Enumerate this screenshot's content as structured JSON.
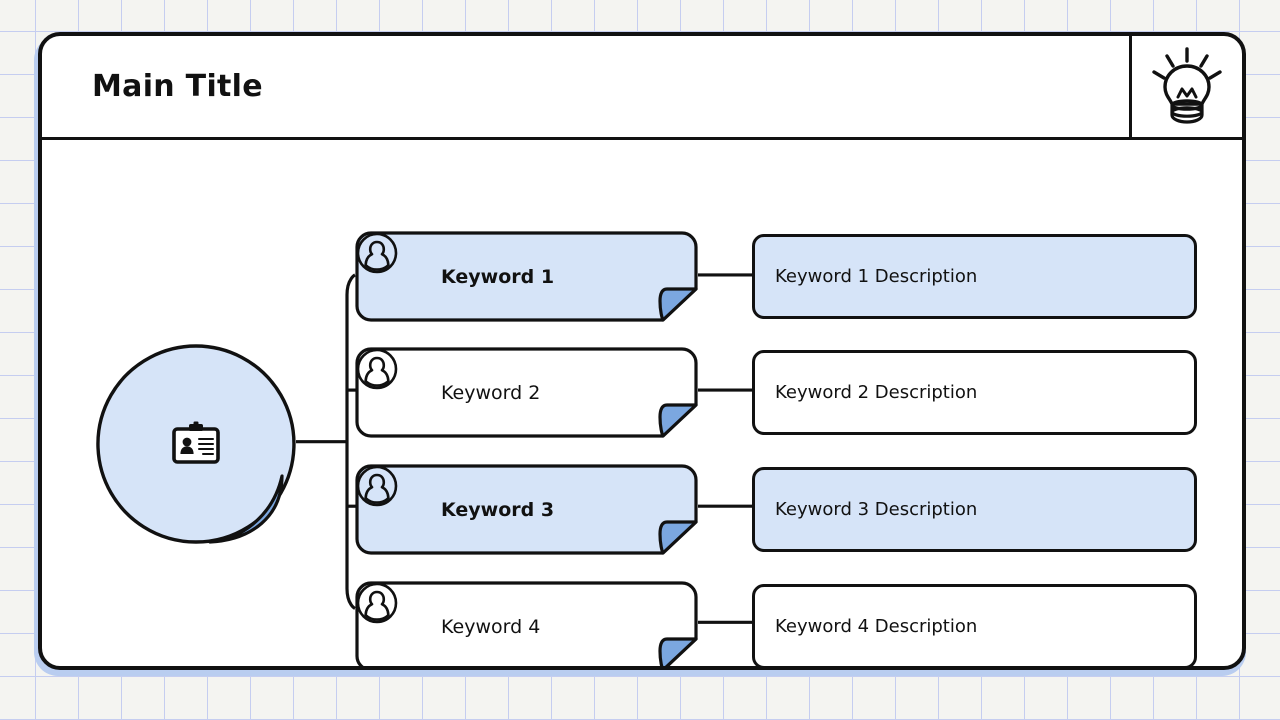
{
  "header": {
    "title": "Main Title",
    "icon": "lightbulb-icon"
  },
  "root": {
    "icon": "id-badge-icon",
    "shape": "circle-sticker"
  },
  "branches": [
    {
      "keyword": "Keyword 1",
      "description": "Keyword 1 Description",
      "icon": "person-circle-icon",
      "highlighted": true
    },
    {
      "keyword": "Keyword 2",
      "description": "Keyword 2 Description",
      "icon": "person-circle-icon",
      "highlighted": false
    },
    {
      "keyword": "Keyword 3",
      "description": "Keyword 3 Description",
      "icon": "person-circle-icon",
      "highlighted": true
    },
    {
      "keyword": "Keyword 4",
      "description": "Keyword 4 Description",
      "icon": "person-circle-icon",
      "highlighted": false
    }
  ],
  "colors": {
    "fill_light_blue": "#d6e4f8",
    "peel_blue": "#7ba7e0",
    "outline": "#111111",
    "panel_shadow": "#b9cdf0",
    "grid_line": "#c5cdf0",
    "page_background": "#f4f4f1"
  }
}
